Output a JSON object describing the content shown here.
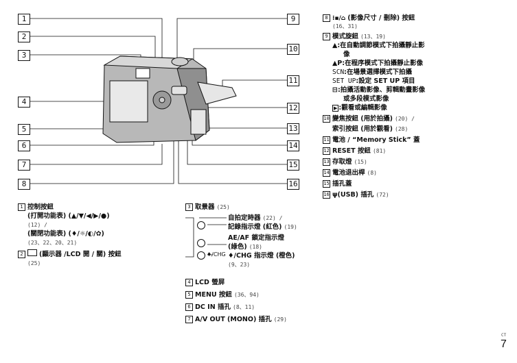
{
  "callouts": [
    "1",
    "2",
    "3",
    "4",
    "5",
    "6",
    "7",
    "8",
    "9",
    "10",
    "11",
    "12",
    "13",
    "14",
    "15",
    "16"
  ],
  "left": {
    "item1": {
      "num": "1",
      "title": "控制按鈕",
      "line2": "(打開功能表) (▲/▼/◀/▶/●)",
      "line3": "(12) /",
      "line4": "(關閉功能表) (♦/☼/◐/✿)",
      "line5": "(23、22、20、21)"
    },
    "item2": {
      "num": "2",
      "text": "(顯示器 /LCD 開 / 關) 按鈕",
      "pages": "(25)"
    }
  },
  "middle": {
    "item3": {
      "num": "3",
      "text": "取景器",
      "pages": "(25)"
    },
    "lamps": [
      {
        "text": "自拍定時器",
        "pages": "(22) /"
      },
      {
        "text": "記錄指示燈 (紅色)",
        "pages": "(19)"
      },
      {
        "text": "AE/AF 鎖定指示燈",
        "pages": ""
      },
      {
        "text": "(綠色)",
        "pages": "(18)"
      },
      {
        "text": "♦/CHG 指示燈 (橙色)",
        "pages": ""
      },
      {
        "text": "",
        "pages": "(9、23)"
      }
    ],
    "chg_label": "♦/CHG",
    "items": [
      {
        "num": "4",
        "text": "LCD 螢屏",
        "pages": ""
      },
      {
        "num": "5",
        "text": "MENU 按鈕",
        "pages": "(36、94)"
      },
      {
        "num": "6",
        "text": "DC IN 插孔",
        "pages": "(8、11)"
      },
      {
        "num": "7",
        "text": "A/V OUT (MONO) 插孔",
        "pages": "(29)"
      }
    ]
  },
  "right": {
    "item8": {
      "num": "8",
      "icon": "⁝▪/⌂",
      "text": "(影像尺寸 / 刪除) 按鈕",
      "pages": "(16、31)"
    },
    "item9": {
      "num": "9",
      "text": "模式旋鈕",
      "pages": "(13、19)",
      "modes": [
        {
          "icon": "▲",
          "text": ":在自動調節模式下拍攝靜止影",
          "cont": "像"
        },
        {
          "icon": "▲P",
          "text": ":在程序模式下拍攝靜止影像",
          "cont": ""
        },
        {
          "icon": "SCN",
          "text": ":在場景選擇模式下拍攝",
          "cont": ""
        },
        {
          "icon": "SET UP",
          "text": ":設定 SET UP 項目",
          "cont": ""
        },
        {
          "icon": "⊟",
          "text": ":拍攝活動影像、剪輯動畫影像",
          "cont": "或多段模式影像"
        },
        {
          "icon": "▶",
          "text": ":觀看或編輯影像",
          "cont": ""
        }
      ]
    },
    "item10": {
      "num": "10",
      "text": "變焦按鈕 (用於拍攝)",
      "pages": "(20) /",
      "text2": "索引按鈕 (用於觀看)",
      "pages2": "(28)"
    },
    "items": [
      {
        "num": "11",
        "text": "電池 / “Memory Stick” 蓋",
        "pages": ""
      },
      {
        "num": "12",
        "text": "RESET 按鈕",
        "pages": "(81)"
      },
      {
        "num": "13",
        "text": "存取燈",
        "pages": "(15)"
      },
      {
        "num": "14",
        "text": "電池退出桿",
        "pages": "(8)"
      },
      {
        "num": "15",
        "text": "插孔蓋",
        "pages": ""
      },
      {
        "num": "16",
        "text": "(USB) 插孔",
        "pages": "(72)"
      }
    ]
  },
  "footer": {
    "lang": "CT",
    "page": "7"
  }
}
